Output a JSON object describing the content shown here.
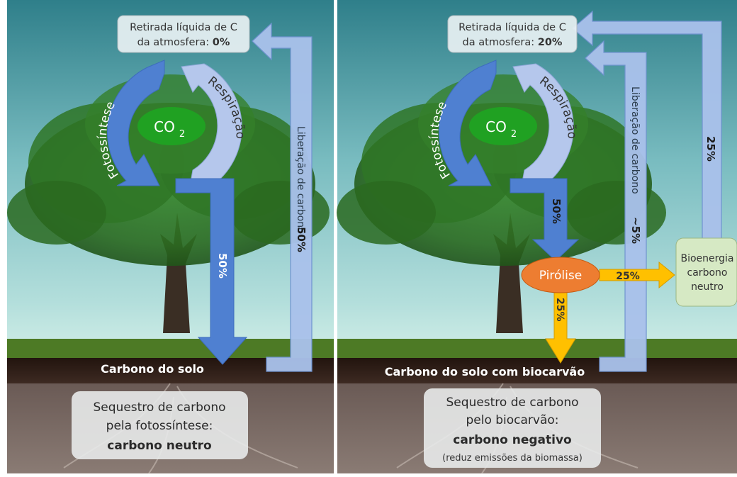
{
  "left_panel": {
    "net_removal": {
      "line1": "Retirada líquida de C",
      "line2_prefix": "da atmosfera: ",
      "line2_value": "0%"
    },
    "co2": {
      "text": "CO",
      "subscript": "2"
    },
    "photosynthesis": "Fotossíntese",
    "respiration": "Respiração",
    "release_label": "Liberação de carbono",
    "release_pct": "50%",
    "down_pct": "50%",
    "soil_label": "Carbono do solo",
    "summary": {
      "line1": "Sequestro de carbono",
      "line2": "pela fotossíntese:",
      "line3": "carbono neutro"
    }
  },
  "right_panel": {
    "net_removal": {
      "line1": "Retirada líquida de C",
      "line2_prefix": "da atmosfera: ",
      "line2_value": "20%"
    },
    "co2": {
      "text": "CO",
      "subscript": "2"
    },
    "photosynthesis": "Fotossíntese",
    "respiration": "Respiração",
    "release_label": "Liberação de carbono",
    "release_pct": "~5%",
    "down_pct": "50%",
    "pyrolysis": "Pirólise",
    "pyro_right_pct": "25%",
    "pyro_down_pct": "25%",
    "bioenergy": {
      "line1": "Bioenergia",
      "line2": "carbono",
      "line3": "neutro"
    },
    "bioenergy_pct": "25%",
    "soil_label": "Carbono do solo com biocarvão",
    "summary": {
      "line1": "Sequestro de carbono",
      "line2": "pelo biocarvão:",
      "line3": "carbono negativo",
      "line4": "(reduz emissões da biomassa)"
    }
  },
  "colors": {
    "sky_top": "#2f7f8a",
    "sky_light": "#9fd4d6",
    "grass": "#4d7a25",
    "soil": "#2a1a13",
    "arrow_dark": "#4f80d1",
    "arrow_light": "#b5c7ec",
    "co2_green": "#20a122",
    "pyrolysis_orange": "#ed7d31",
    "yellow_arrow": "#ffc000",
    "bioenergy_green": "#d6e9c4"
  }
}
